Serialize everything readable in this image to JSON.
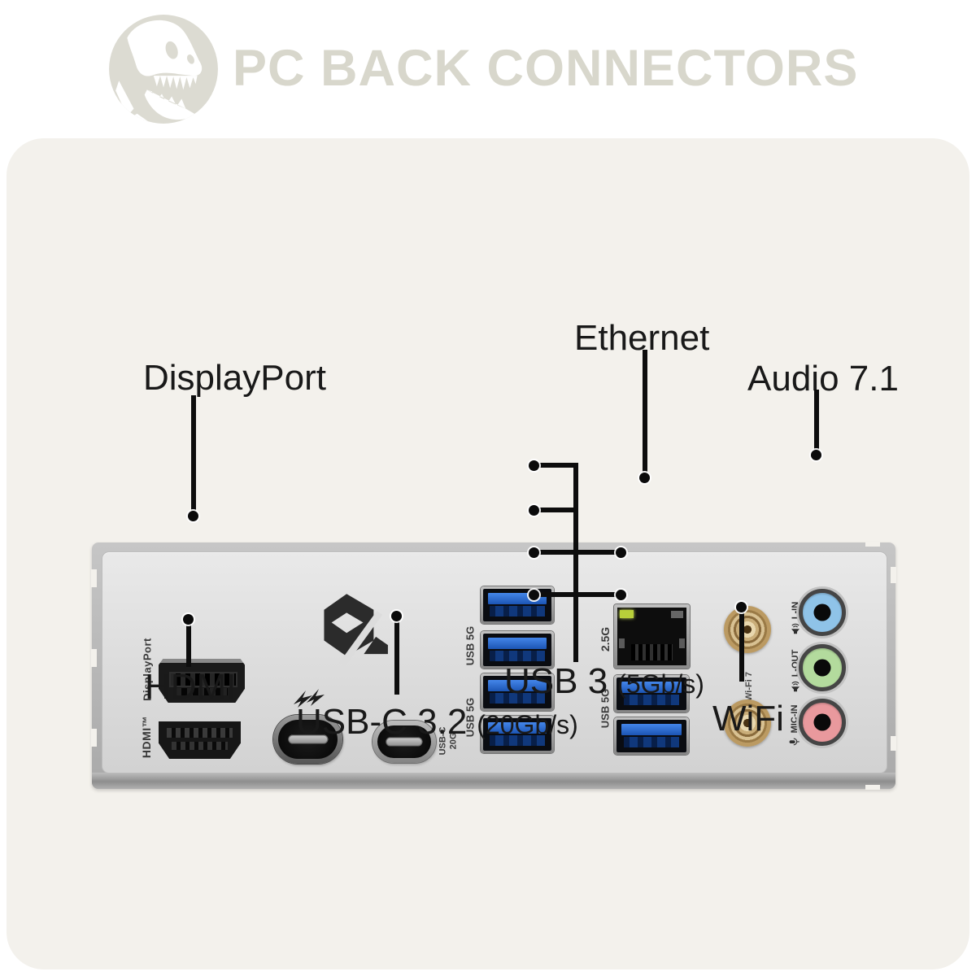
{
  "header": {
    "title": "PC BACK CONNECTORS",
    "logo": "t-rex-skull-logo"
  },
  "callout_labels": {
    "ethernet": "Ethernet",
    "displayport": "DisplayPort",
    "audio": "Audio 7.1",
    "hdmi": "HDMI",
    "usb3_main": "USB 3",
    "usb3_sub": "(5Gb/s)",
    "usbc_main": "USB-C 3.2",
    "usbc_sub": "(20Gb/s)",
    "wifi": "WiFi"
  },
  "panel_texts": {
    "displayport": "DisplayPort",
    "hdmi": "HDMI™",
    "usb5g_top": "USB 5G",
    "usb5g_bottom": "USB 5G",
    "usb5g_mid": "USB 5G",
    "ethernet_speed": "2.5G",
    "usbc_line1": "USB-C",
    "usbc_line2": "20G",
    "wifi7": "Wi-Fi 7",
    "line_in": "L-IN",
    "line_out": "L-OUT",
    "mic_in": "MIC-IN"
  },
  "colors": {
    "card_bg": "#f3f1ec",
    "title_text": "#d8d7cc",
    "label_text": "#191919",
    "callout_line": "#0d0d0d",
    "usb_blue": "#2a6fd0",
    "audio_line_in": "#8fc3e8",
    "audio_line_out": "#b3db9d",
    "audio_mic_in": "#e9999d",
    "wifi_gold": "#b9975c",
    "ethernet_led": "#b8cf3a",
    "panel_silver": "#dedede"
  }
}
